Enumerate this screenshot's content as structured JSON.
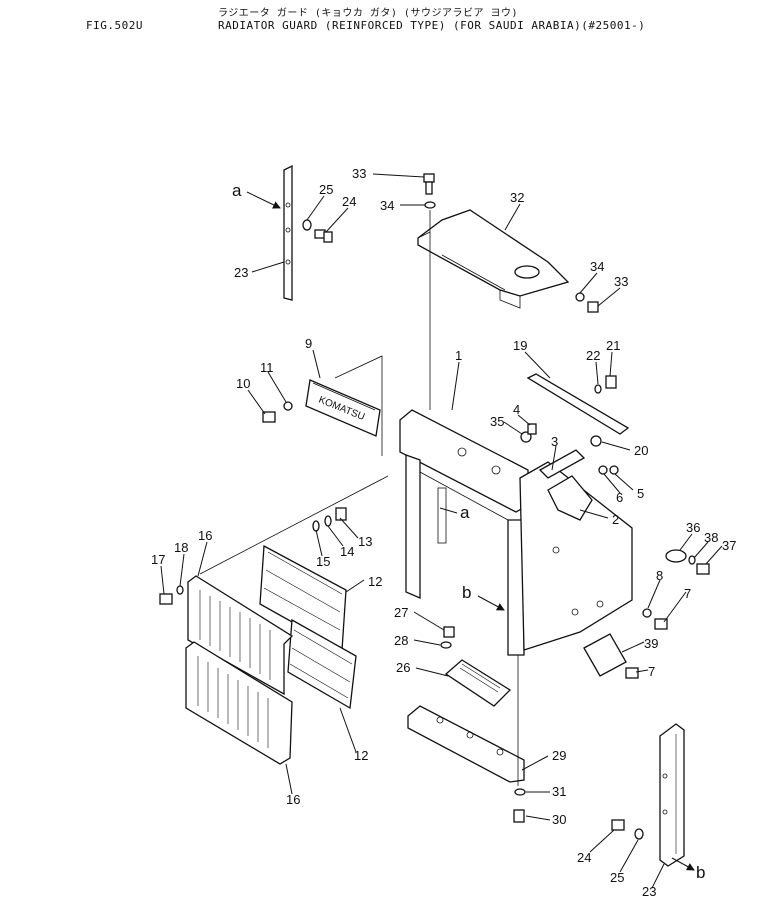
{
  "header": {
    "fig_number": "FIG.502U",
    "subtitle_jp": "ラジエータ ガード (キョウカ ガタ) (サウジアラビア ヨウ)",
    "title": "RADIATOR GUARD (REINFORCED TYPE) (FOR SAUDI ARABIA)(#25001-)"
  },
  "logo_text": "KOMATSU",
  "callouts": [
    {
      "id": "c33a",
      "label": "33"
    },
    {
      "id": "c34a",
      "label": "34"
    },
    {
      "id": "c32",
      "label": "32"
    },
    {
      "id": "c34b",
      "label": "34"
    },
    {
      "id": "c33b",
      "label": "33"
    },
    {
      "id": "c25a",
      "label": "25"
    },
    {
      "id": "c24a",
      "label": "24"
    },
    {
      "id": "c23a",
      "label": "23"
    },
    {
      "id": "ca1",
      "label": "a"
    },
    {
      "id": "c9",
      "label": "9"
    },
    {
      "id": "c11",
      "label": "11"
    },
    {
      "id": "c10",
      "label": "10"
    },
    {
      "id": "c1",
      "label": "1"
    },
    {
      "id": "c19",
      "label": "19"
    },
    {
      "id": "c22",
      "label": "22"
    },
    {
      "id": "c21",
      "label": "21"
    },
    {
      "id": "c35",
      "label": "35"
    },
    {
      "id": "c4",
      "label": "4"
    },
    {
      "id": "c20",
      "label": "20"
    },
    {
      "id": "c3",
      "label": "3"
    },
    {
      "id": "c6",
      "label": "6"
    },
    {
      "id": "c5",
      "label": "5"
    },
    {
      "id": "c2",
      "label": "2"
    },
    {
      "id": "ca2",
      "label": "a"
    },
    {
      "id": "c36",
      "label": "36"
    },
    {
      "id": "c38",
      "label": "38"
    },
    {
      "id": "c37",
      "label": "37"
    },
    {
      "id": "c16a",
      "label": "16"
    },
    {
      "id": "c18",
      "label": "18"
    },
    {
      "id": "c17",
      "label": "17"
    },
    {
      "id": "c15",
      "label": "15"
    },
    {
      "id": "c14",
      "label": "14"
    },
    {
      "id": "c13",
      "label": "13"
    },
    {
      "id": "c12a",
      "label": "12"
    },
    {
      "id": "cb1",
      "label": "b"
    },
    {
      "id": "c8",
      "label": "8"
    },
    {
      "id": "c7a",
      "label": "7"
    },
    {
      "id": "c27",
      "label": "27"
    },
    {
      "id": "c28",
      "label": "28"
    },
    {
      "id": "c39",
      "label": "39"
    },
    {
      "id": "c26",
      "label": "26"
    },
    {
      "id": "c7b",
      "label": "7"
    },
    {
      "id": "c12b",
      "label": "12"
    },
    {
      "id": "c29",
      "label": "29"
    },
    {
      "id": "c16b",
      "label": "16"
    },
    {
      "id": "c31",
      "label": "31"
    },
    {
      "id": "c30",
      "label": "30"
    },
    {
      "id": "c24b",
      "label": "24"
    },
    {
      "id": "c25b",
      "label": "25"
    },
    {
      "id": "c23b",
      "label": "23"
    },
    {
      "id": "cb2",
      "label": "b"
    }
  ]
}
